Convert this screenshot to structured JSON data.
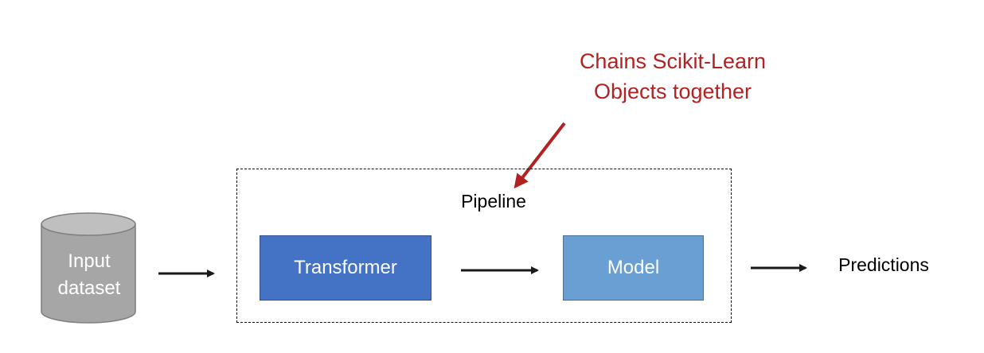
{
  "annotation": {
    "line1": "Chains Scikit-Learn",
    "line2": "Objects together"
  },
  "pipeline": {
    "label": "Pipeline"
  },
  "nodes": {
    "input_line1": "Input",
    "input_line2": "dataset",
    "transformer": "Transformer",
    "model": "Model",
    "output": "Predictions"
  },
  "colors": {
    "annotation": "#b22222",
    "transformer_fill": "#4472c4",
    "model_fill": "#6a9fd4",
    "cylinder_fill": "#a6a6a6",
    "arrow": "#1a1a1a"
  }
}
